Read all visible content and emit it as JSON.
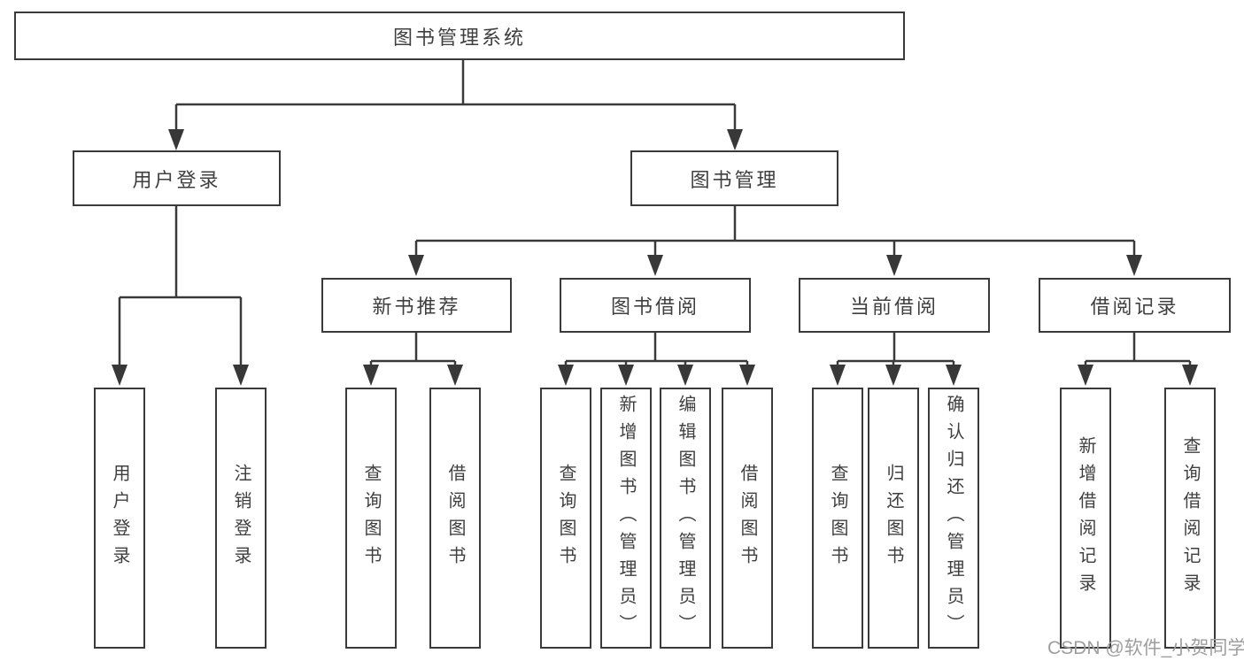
{
  "tree": {
    "root": {
      "label": "图书管理系统"
    },
    "branches": [
      {
        "label": "用户登录",
        "children": [
          {
            "label": "用户登录"
          },
          {
            "label": "注销登录"
          }
        ]
      },
      {
        "label": "图书管理",
        "groups": [
          {
            "label": "新书推荐",
            "children": [
              {
                "label": "查询图书"
              },
              {
                "label": "借阅图书"
              }
            ]
          },
          {
            "label": "图书借阅",
            "children": [
              {
                "label": "查询图书"
              },
              {
                "label": "新增图书（管理员）"
              },
              {
                "label": "编辑图书（管理员）"
              },
              {
                "label": "借阅图书"
              }
            ]
          },
          {
            "label": "当前借阅",
            "children": [
              {
                "label": "查询图书"
              },
              {
                "label": "归还图书"
              },
              {
                "label": "确认归还（管理员）"
              }
            ]
          },
          {
            "label": "借阅记录",
            "children": [
              {
                "label": "新增借阅记录"
              },
              {
                "label": "查询借阅记录"
              }
            ]
          }
        ]
      }
    ]
  },
  "watermark": {
    "text": "CSDN @软件_小贺同学"
  },
  "colors": {
    "line": "#3a3a3a",
    "box_border": "#3a3a3a",
    "text": "#3f3f3f",
    "watermark_text": "#9e9e9e",
    "background": "#ffffff"
  }
}
